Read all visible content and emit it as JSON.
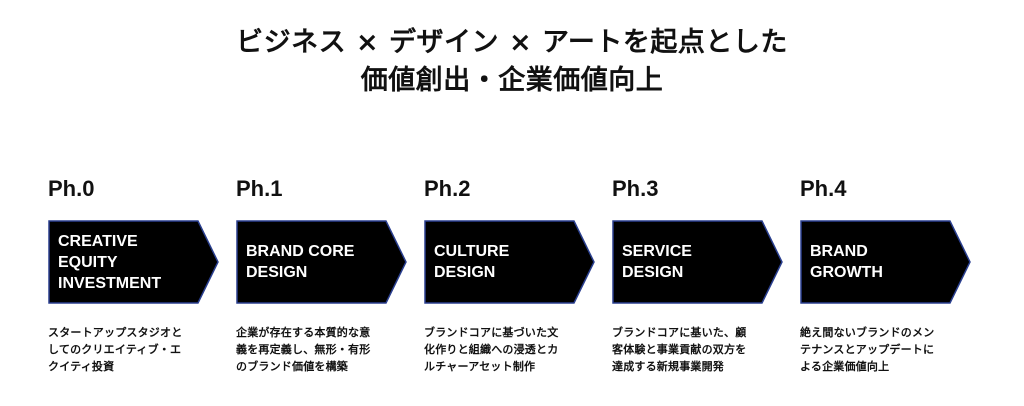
{
  "title": {
    "line1": "ビジネス × デザイン × アートを起点とした",
    "line2": "価値創出・企業価値向上"
  },
  "phases": [
    {
      "label": "Ph.0",
      "name": "CREATIVE\nEQUITY\nINVESTMENT",
      "description": "スタートアップスタジオと\nしてのクリエイティブ・エ\nクイティ投資"
    },
    {
      "label": "Ph.1",
      "name": "BRAND CORE\nDESIGN",
      "description": "企業が存在する本質的な意\n義を再定義し、無形・有形\nのブランド価値を構築"
    },
    {
      "label": "Ph.2",
      "name": "CULTURE\nDESIGN",
      "description": "ブランドコアに基づいた文\n化作りと組織への浸透とカ\nルチャーアセット制作"
    },
    {
      "label": "Ph.3",
      "name": "SERVICE\nDESIGN",
      "description": "ブランドコアに基いた、顧\n客体験と事業貢献の双方を\n達成する新規事業開発"
    },
    {
      "label": "Ph.4",
      "name": "BRAND\nGROWTH",
      "description": "絶え間ないブランドのメン\nテナンスとアップデートに\nよる企業価値向上"
    }
  ],
  "colors": {
    "chevron_fill": "#000000",
    "chevron_stroke": "#2a3f8f",
    "text": "#111111"
  }
}
